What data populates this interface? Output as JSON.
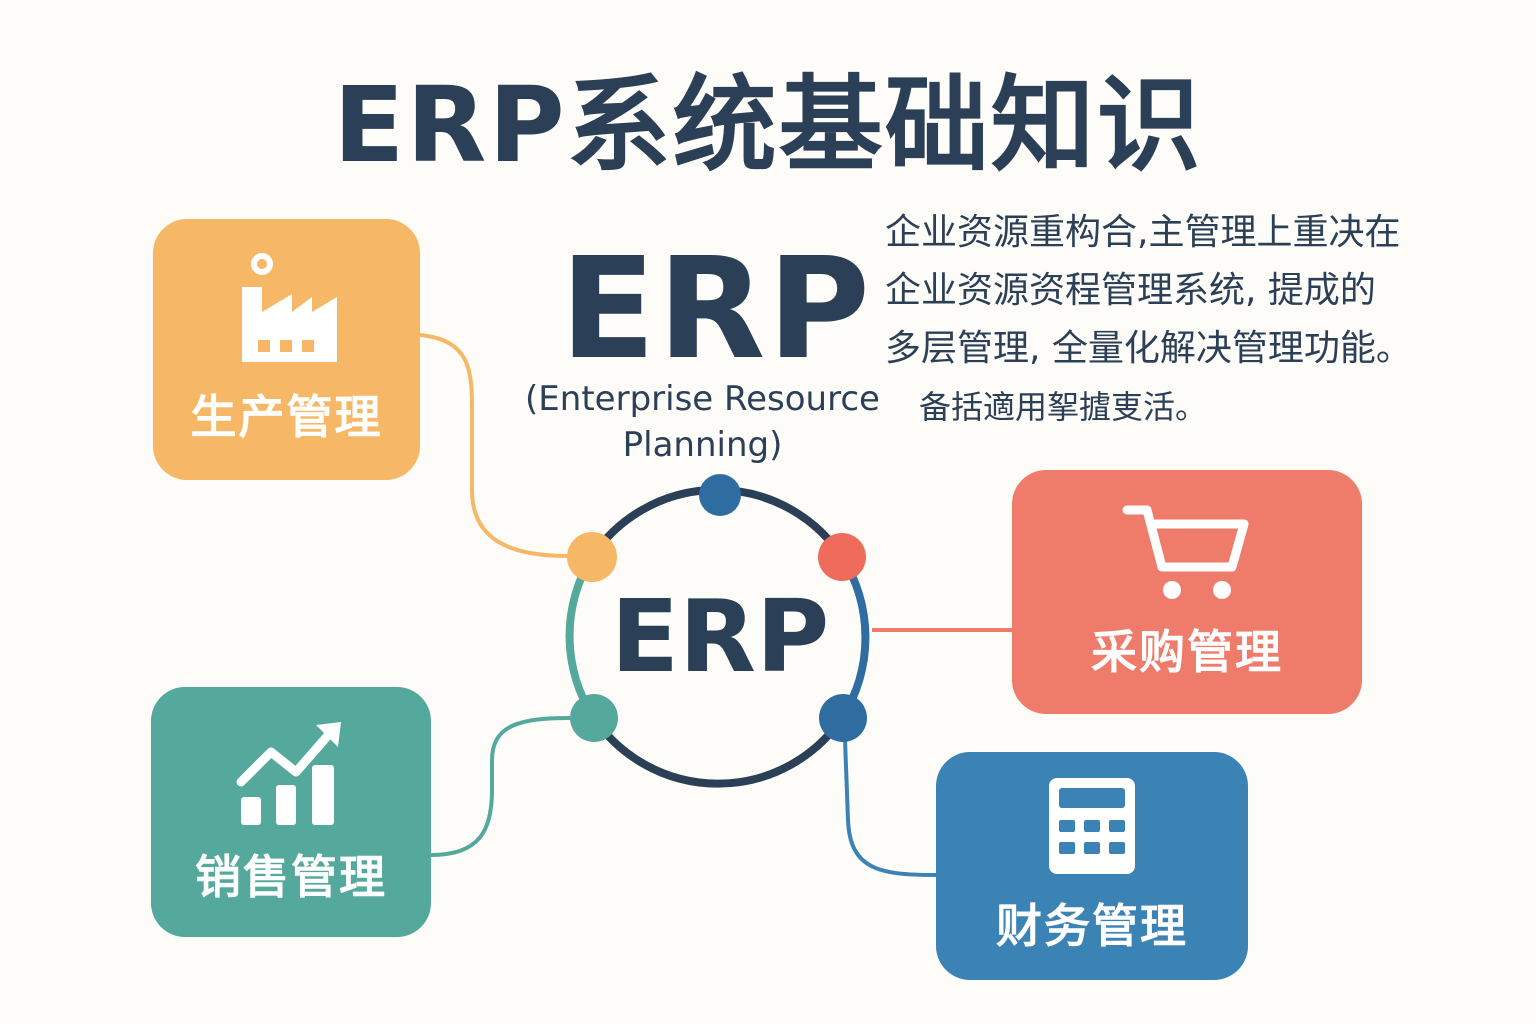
{
  "title": "ERP系统基础知识",
  "erp_heading": "ERP",
  "erp_fullname": "(Enterprise Resource Planning)",
  "description": [
    "企业资源重构合,主管理上重决在",
    "企业资源资程管理系统, 提成的",
    "多层管理, 全量化解决管理功能。",
    "备括適用挐摣叓活。"
  ],
  "center_label": "ERP",
  "modules": {
    "production": {
      "label": "生产管理",
      "icon": "factory-icon",
      "color": "#f6b866"
    },
    "sales": {
      "label": "销售管理",
      "icon": "growth-chart-icon",
      "color": "#55a89c"
    },
    "purchasing": {
      "label": "采购管理",
      "icon": "shopping-cart-icon",
      "color": "#ef7b6b"
    },
    "finance": {
      "label": "财务管理",
      "icon": "calculator-icon",
      "color": "#3b82b5"
    }
  },
  "colors": {
    "navy": "#2b3f56",
    "background": "#fdfcf8"
  }
}
